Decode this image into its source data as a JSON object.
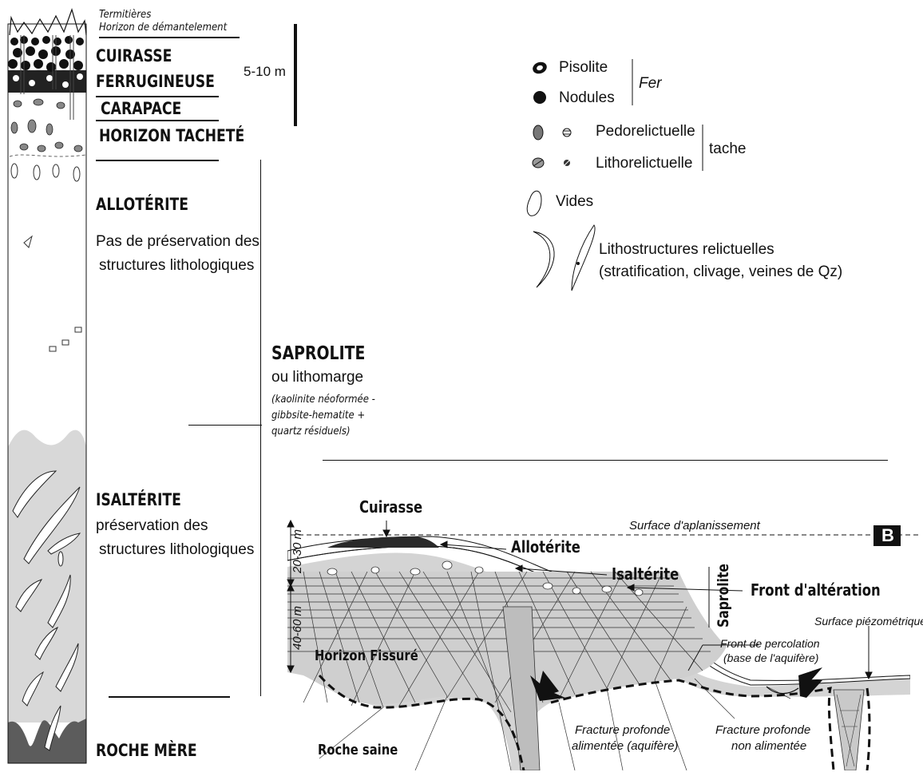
{
  "profile": {
    "termitieres": "Termitières",
    "horizon_demantelement": "Horizon de démantelement",
    "cuirasse_line1": "CUIRASSE",
    "cuirasse_line2": "FERRUGINEUSE",
    "thickness": "5-10 m",
    "carapace": "CARAPACE",
    "horizon_tachete": "HORIZON TACHETÉ",
    "allotterite_title": "ALLOTÉRITE",
    "allotterite_desc1": "Pas de préservation des",
    "allotterite_desc2": "structures lithologiques",
    "saprolite_title": "SAPROLITE",
    "saprolite_sub": "ou lithomarge",
    "saprolite_note1": "(kaolinite néoformée -",
    "saprolite_note2": "gibbsite-hematite +",
    "saprolite_note3": "quartz résiduels)",
    "isalterite_title": "ISALTÉRITE",
    "isalterite_desc1": "préservation des",
    "isalterite_desc2": "structures lithologiques",
    "roche_mere": "ROCHE MÈRE"
  },
  "legend": {
    "pisolite": "Pisolite",
    "nodules": "Nodules",
    "fer": "Fer",
    "pedorelictuelle": "Pedorelictuelle",
    "lithorelictuelle": "Lithorelictuelle",
    "tache": "tache",
    "vides": "Vides",
    "lithostructures1": "Lithostructures relictuelles",
    "lithostructures2": "(stratification, clivage, veines de Qz)"
  },
  "cross_section": {
    "panel_letter": "B",
    "cuirasse": "Cuirasse",
    "surface_aplanissement": "Surface d'aplanissement",
    "allotterite": "Allotérite",
    "isalterite": "Isaltérite",
    "saprolite": "Saprolite",
    "front_alteration": "Front d'altération",
    "depth_top": "20-30 m",
    "depth_bottom": "40-60 m",
    "horizon_fissure": "Horizon Fissuré",
    "surface_piezometrique": "Surface piézométrique",
    "front_percolation1": "Front de percolation",
    "front_percolation2": "(base de l'aquifère)",
    "roche_saine": "Roche saine",
    "fracture_alimentee1": "Fracture profonde",
    "fracture_alimentee2": "alimentée (aquifère)",
    "fracture_non1": "Fracture profonde",
    "fracture_non2": "non alimentée"
  },
  "colors": {
    "ink": "#111111",
    "saprolite_gray": "#d6d6d6",
    "bedrock_gray": "#5a5a5a",
    "crust_black": "#1a1a1a"
  }
}
